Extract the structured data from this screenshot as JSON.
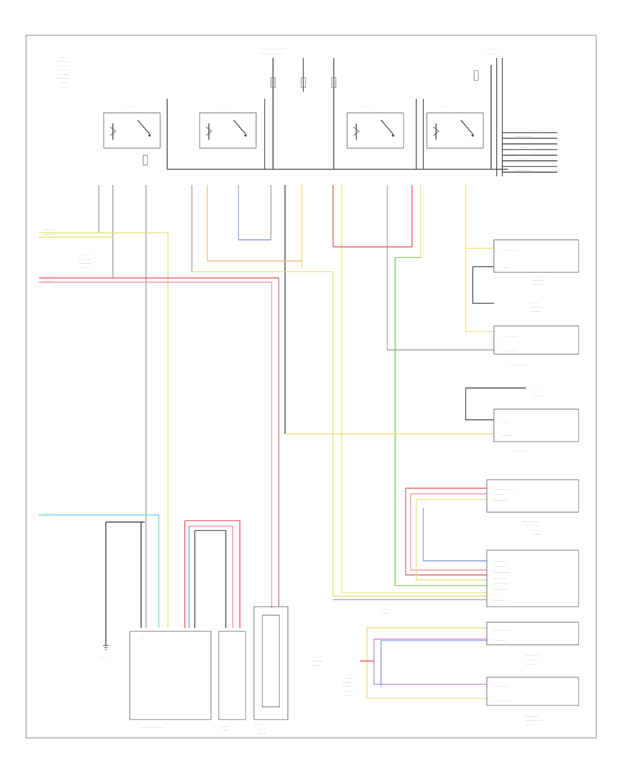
{
  "diagram": {
    "footer_code": "",
    "colors": {
      "black": "#333333",
      "gray": "#999999",
      "yellow": "#e8e070",
      "orange": "#f0b070",
      "pink": "#f08aa0",
      "red": "#e05050",
      "violet": "#c080d0",
      "blue": "#8090e0",
      "green": "#70c050",
      "lightblue": "#60d8e8",
      "white": "#d0d0d0"
    },
    "relays": [
      {
        "id": "relay-1"
      },
      {
        "id": "relay-2"
      },
      {
        "id": "relay-3"
      },
      {
        "id": "relay-4"
      }
    ],
    "components": {
      "blower_control_module": {
        "label": ""
      },
      "blower_motor": {
        "label": ""
      },
      "recirculation_door_actuator": {
        "label": ""
      },
      "ac_compressor_clutch": {
        "label": ""
      },
      "evaporator_temp_sensor": {
        "label": ""
      },
      "ac_pressure_transducer": {
        "label": ""
      },
      "engine_control_module": {
        "label": ""
      },
      "engine_coolant_temp_sensor": {
        "label": ""
      }
    }
  }
}
